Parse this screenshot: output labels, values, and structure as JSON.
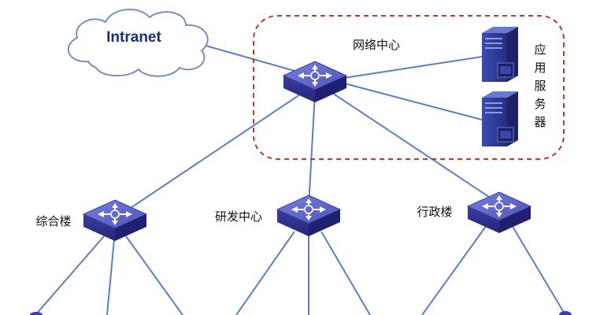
{
  "cloud": {
    "label": "Intranet"
  },
  "network_center": {
    "label": "网络中心",
    "server_group_label": [
      "应",
      "用",
      "服",
      "务",
      "器"
    ]
  },
  "buildings": [
    {
      "label": "综合楼"
    },
    {
      "label": "研发中心"
    },
    {
      "label": "行政楼"
    }
  ],
  "colors": {
    "link": "#5b7fc0",
    "boundary": "#c0392b",
    "switch_top": "#5f64c8",
    "switch_side": "#2e2f86",
    "server": "#2c3a9a",
    "cloud_stroke": "#7a8fb8"
  }
}
